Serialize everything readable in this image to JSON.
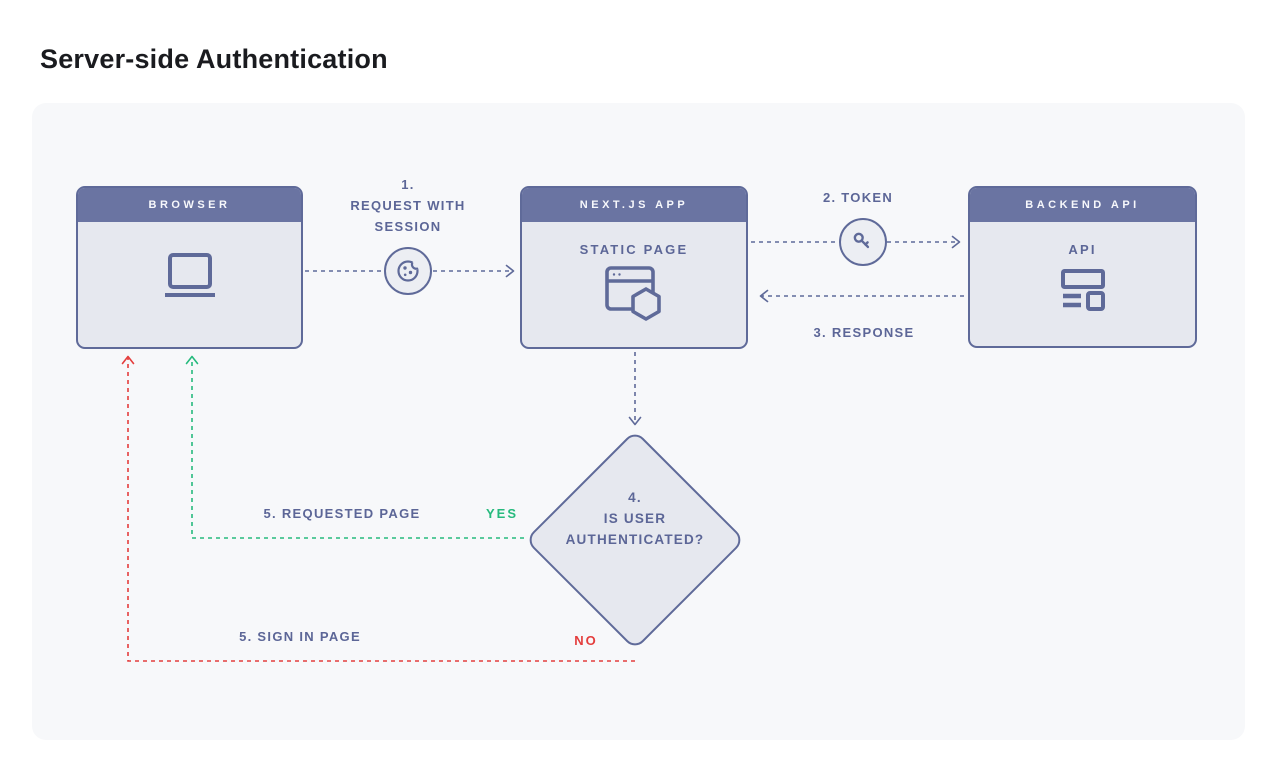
{
  "page": {
    "title": "Server-side Authentication"
  },
  "colors": {
    "panel_bg": "#f7f8fa",
    "node_header_bg": "#6a74a2",
    "node_body_bg": "#e6e8ef",
    "node_border": "#5f6a99",
    "label_text": "#5c6697",
    "yes_green": "#26ba7d",
    "no_red": "#e43d3c",
    "title_text": "#1a1b1f"
  },
  "nodes": {
    "browser": {
      "header": "BROWSER",
      "icon": "laptop-icon"
    },
    "nextjs": {
      "header": "NEXT.JS APP",
      "sublabel": "STATIC PAGE",
      "icon": "static-page-icon"
    },
    "backend": {
      "header": "BACKEND API",
      "sublabel": "API",
      "icon": "api-icon"
    }
  },
  "decision": {
    "lines": [
      "4.",
      "IS USER",
      "AUTHENTICATED?"
    ]
  },
  "edges": {
    "step1": {
      "lines": [
        "1.",
        "REQUEST WITH",
        "SESSION"
      ],
      "icon": "cookie-icon"
    },
    "step2": {
      "label": "2. TOKEN",
      "icon": "key-icon"
    },
    "step3": {
      "label": "3. RESPONSE"
    },
    "yes": {
      "label": "5. REQUESTED PAGE",
      "tag": "YES"
    },
    "no": {
      "label": "5. SIGN IN PAGE",
      "tag": "NO"
    }
  }
}
